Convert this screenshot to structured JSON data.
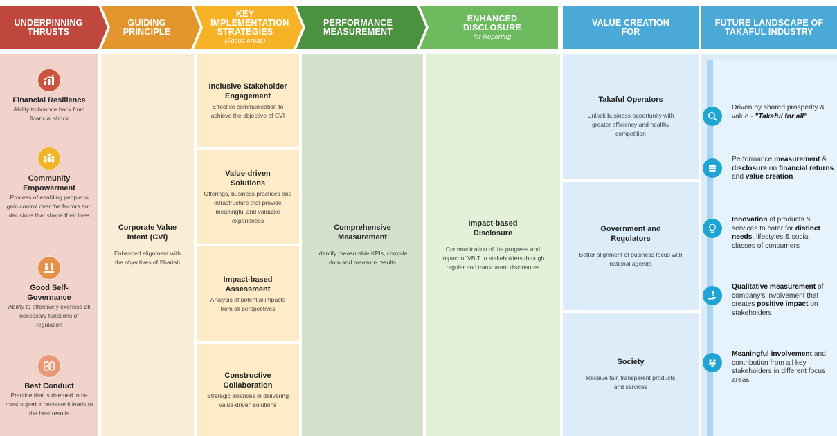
{
  "headers": [
    {
      "line1": "UNDERPINNING",
      "line2": "THRUSTS",
      "sub": ""
    },
    {
      "line1": "GUIDING",
      "line2": "PRINCIPLE",
      "sub": ""
    },
    {
      "line1": "KEY",
      "line2": "IMPLEMENTATION STRATEGIES",
      "sub": "(Focus Areas)"
    },
    {
      "line1": "PERFORMANCE",
      "line2": "MEASUREMENT",
      "sub": ""
    },
    {
      "line1": "ENHANCED",
      "line2": "DISCLOSURE",
      "sub": "for Reporting"
    },
    {
      "line1": "VALUE CREATION",
      "line2": "FOR",
      "sub": ""
    },
    {
      "line1": "FUTURE LANDSCAPE OF",
      "line2": "TAKAFUL INDUSTRY",
      "sub": ""
    }
  ],
  "colors": {
    "thrusts_header": "#c0473d",
    "principle_header": "#e4962e",
    "strategies_header": "#f5b325",
    "measurement_header": "#4c9140",
    "disclosure_header": "#6dba5f",
    "value_header": "#4aa9d7",
    "future_header": "#4aa9d7",
    "icon_blue": "#1fa4d3"
  },
  "thrusts": [
    {
      "icon": "growth-chart-icon",
      "title": "Financial Resilience",
      "desc": "Ability to bounce back from financial shock"
    },
    {
      "icon": "community-icon",
      "title": "Community Empowerment",
      "desc": "Process of enabling people to gain control over the factors and decisions that shape their lives"
    },
    {
      "icon": "governance-icon",
      "title": "Good Self-Governance",
      "desc": "Ability to effectively exercise all necessary functions of regulation"
    },
    {
      "icon": "conduct-icon",
      "title": "Best Conduct",
      "desc": "Practice that is deemed to be most superior because it leads to the best results"
    }
  ],
  "principle": {
    "title": "Corporate Value Intent (CVI)",
    "desc": "Enhanced alignment with the objectives of Shariah"
  },
  "strategies": [
    {
      "title": "Inclusive Stakeholder Engagement",
      "desc": "Effective communication to achieve the objective of CVI"
    },
    {
      "title": "Value-driven Solutions",
      "desc": "Offerings, business practices and infrastructure that provide meaningful and valuable experiences"
    },
    {
      "title": "Impact-based Assessment",
      "desc": "Analysis of potential impacts from all perspectives"
    },
    {
      "title": "Constructive Collaboration",
      "desc": "Strategic alliances in delivering value-driven solutions"
    }
  ],
  "measurement": {
    "title": "Comprehensive Measurement",
    "desc": "Identify measurable KPIs, compile data and measure results"
  },
  "disclosure": {
    "title": "Impact-based Disclosure",
    "desc": "Communication of the progress and impact of VBIT to stakeholders through regular and transparent disclosures"
  },
  "value_creation": [
    {
      "title": "Takaful Operators",
      "desc": "Unlock business opportunity with greater efficiency and healthy competition"
    },
    {
      "title": "Government and Regulators",
      "desc": "Better alignment of business focus with national agenda"
    },
    {
      "title": "Society",
      "desc": "Receive fair, transparent products and services"
    }
  ],
  "landscape": [
    {
      "icon": "search-icon",
      "parts": [
        {
          "t": "Driven by shared prosperity & value - ",
          "b": false
        },
        {
          "t": "\"Takaful for all\"",
          "b": true,
          "i": true
        }
      ]
    },
    {
      "icon": "coins-icon",
      "parts": [
        {
          "t": "Performance ",
          "b": false
        },
        {
          "t": "measurement",
          "b": true
        },
        {
          "t": " & ",
          "b": false
        },
        {
          "t": "disclosure",
          "b": true
        },
        {
          "t": " on ",
          "b": false
        },
        {
          "t": "financial returns",
          "b": true
        },
        {
          "t": " and ",
          "b": false
        },
        {
          "t": "value creation",
          "b": true
        }
      ]
    },
    {
      "icon": "lightbulb-icon",
      "parts": [
        {
          "t": "Innovation",
          "b": true
        },
        {
          "t": " of products & services to cater for ",
          "b": false
        },
        {
          "t": "distinct needs",
          "b": true
        },
        {
          "t": ", lifestyles & social classes of consumers",
          "b": false
        }
      ]
    },
    {
      "icon": "hand-impact-icon",
      "parts": [
        {
          "t": "Qualitative measurement",
          "b": true
        },
        {
          "t": " of company's involvement that creates ",
          "b": false
        },
        {
          "t": "positive impact",
          "b": true
        },
        {
          "t": " on stakeholders",
          "b": false
        }
      ]
    },
    {
      "icon": "people-icon",
      "parts": [
        {
          "t": "Meaningful involvement",
          "b": true
        },
        {
          "t": " and contribution from all key stakeholders in different focus areas",
          "b": false
        }
      ]
    }
  ]
}
